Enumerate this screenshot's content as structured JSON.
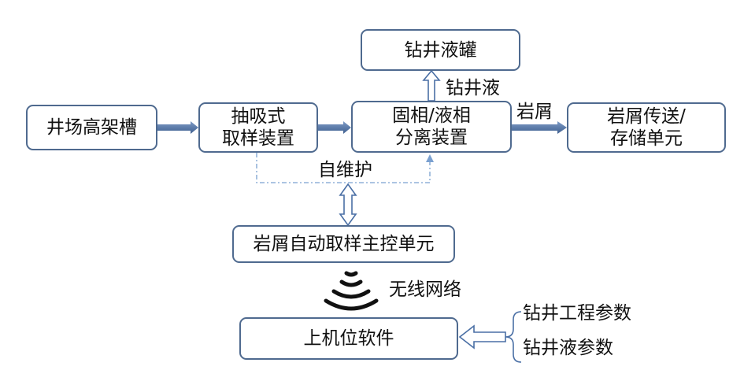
{
  "nodes": {
    "derrick_trough": "井场高架槽",
    "suction_sampler": [
      "抽吸式",
      "取样装置"
    ],
    "separator": [
      "固相/液相",
      "分离装置"
    ],
    "mud_tank": "钻井液罐",
    "cuttings_unit": [
      "岩屑传送/",
      "存储单元"
    ],
    "controller": "岩屑自动取样主控单元",
    "host_software": "上机位软件"
  },
  "edges": {
    "drilling_fluid": "钻井液",
    "cuttings": "岩屑",
    "self_maintenance": "自维护",
    "wireless": "无线网络",
    "inputs": [
      "钻井工程参数",
      "钻井液参数"
    ]
  },
  "icons": {
    "wireless": "wifi-signal-icon"
  },
  "colors": {
    "border": "#4f6a8f",
    "arrow": "#4a6fa5",
    "dash": "#7aa0d0"
  }
}
